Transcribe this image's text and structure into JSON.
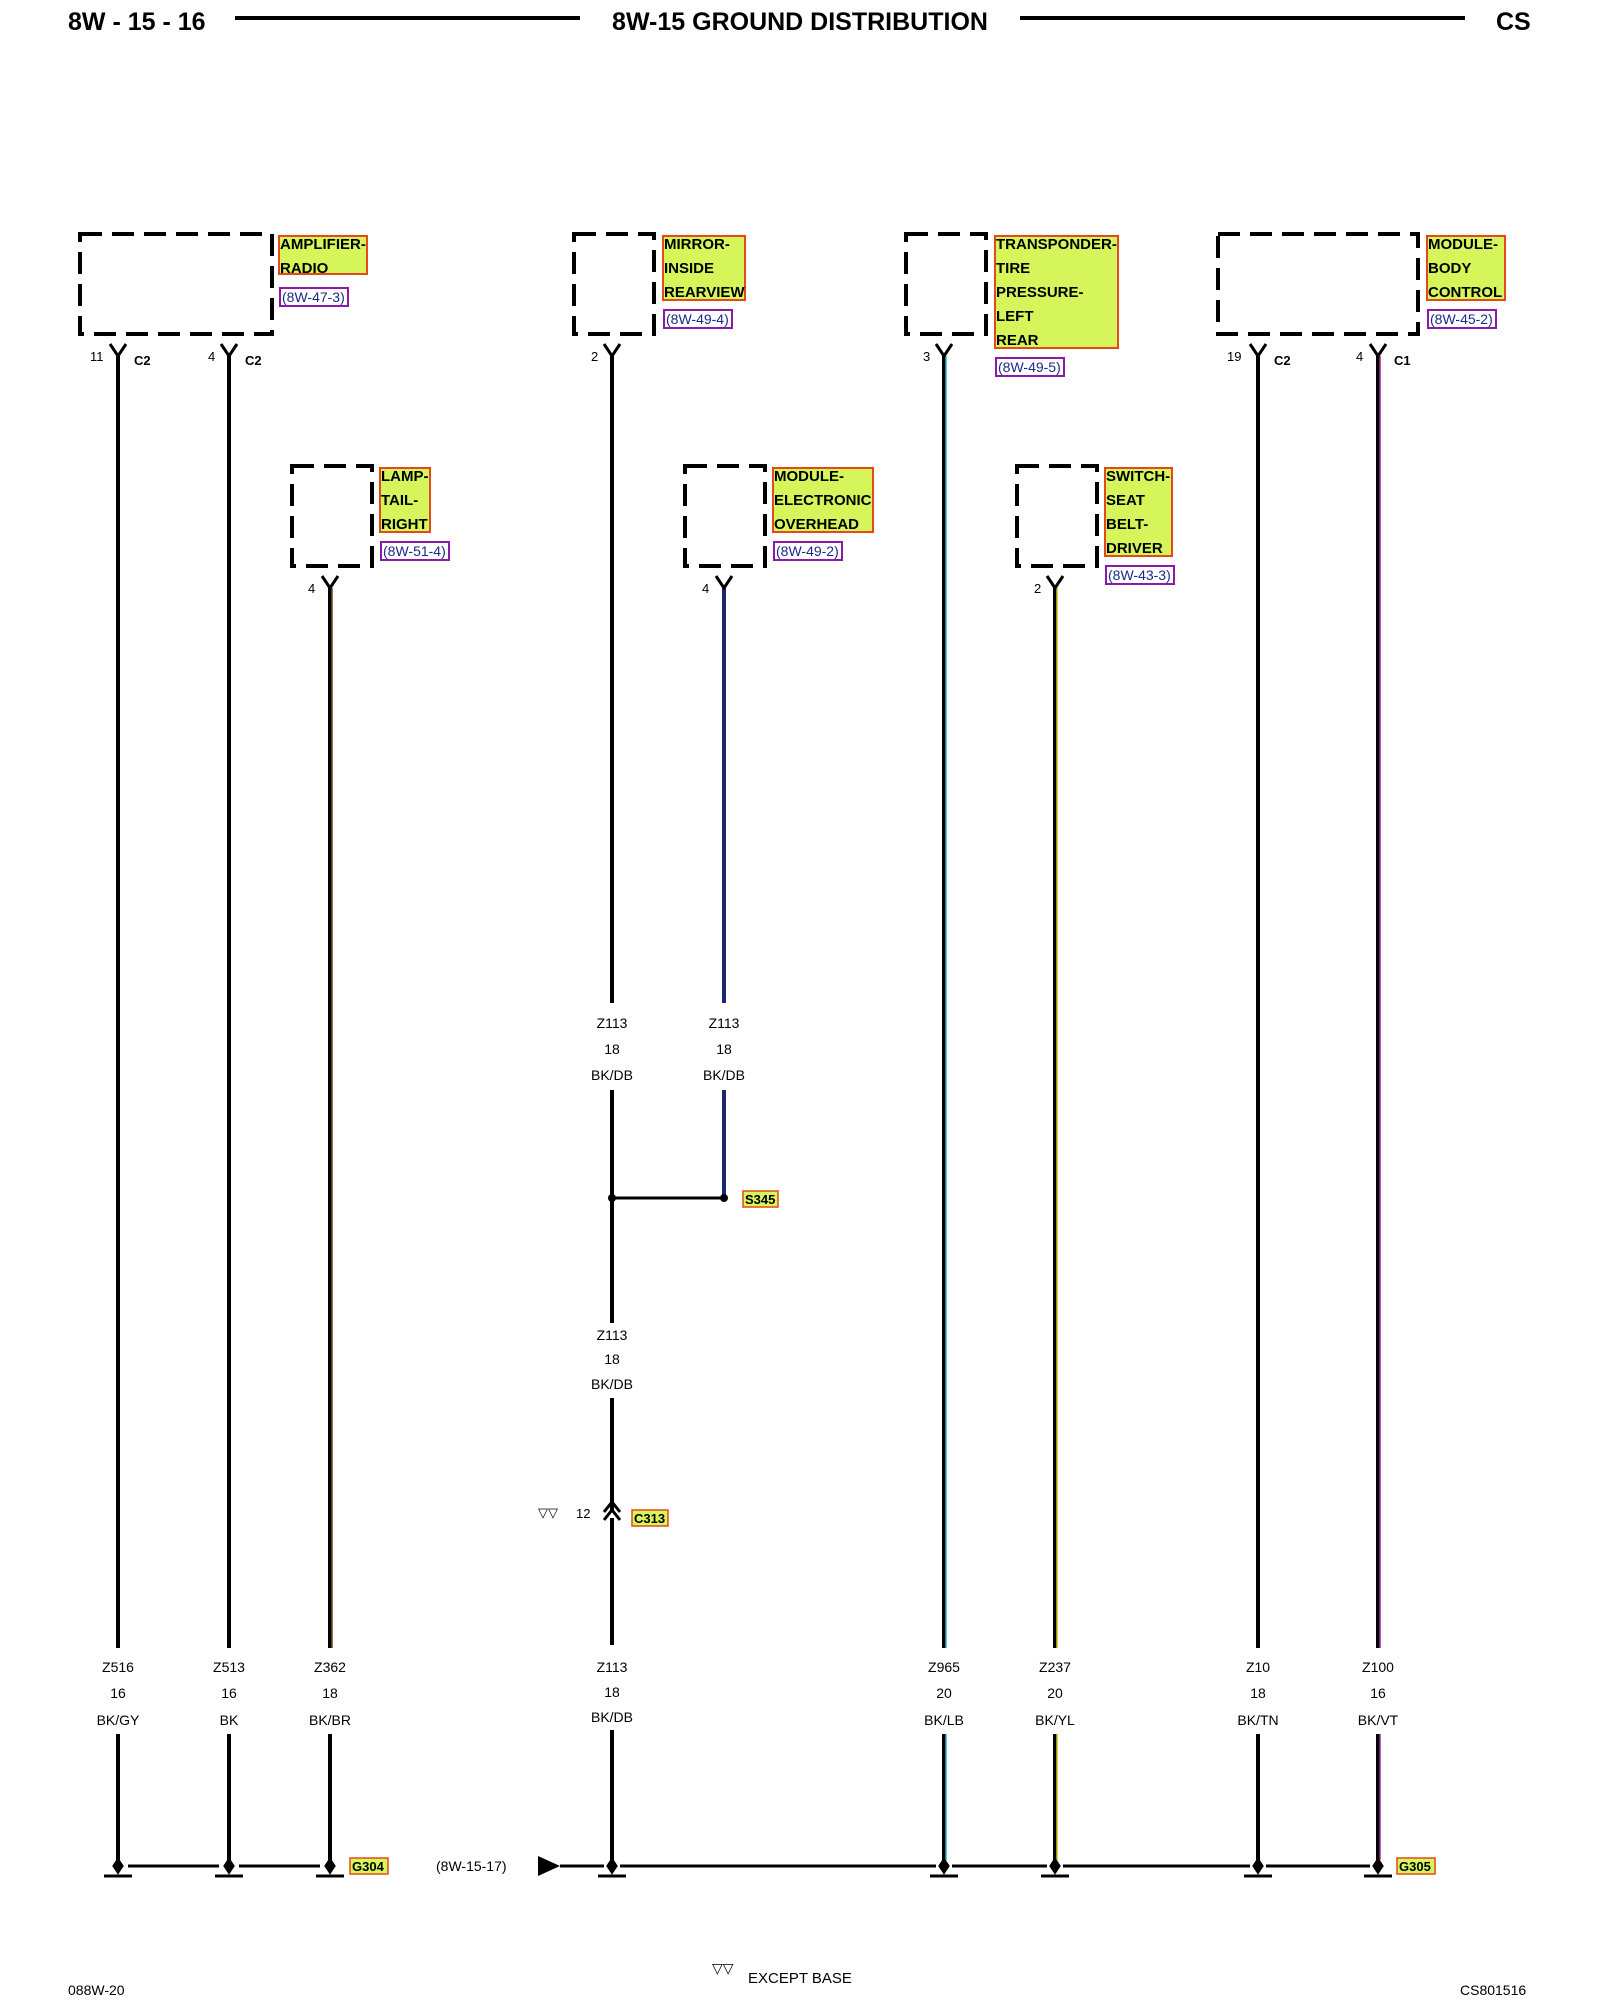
{
  "header": {
    "left": "8W - 15 - 16",
    "center": "8W-15 GROUND DISTRIBUTION",
    "right": "CS"
  },
  "footer": {
    "left": "088W-20",
    "center": "EXCEPT BASE",
    "center_symbol": "▽▽",
    "right": "CS801516"
  },
  "components": [
    {
      "lines": [
        "AMPLIFIER-",
        "RADIO"
      ],
      "ref": "(8W-47-3)"
    },
    {
      "lines": [
        "MIRROR-",
        "INSIDE",
        "REARVIEW"
      ],
      "ref": "(8W-49-4)"
    },
    {
      "lines": [
        "TRANSPONDER-",
        "TIRE",
        "PRESSURE-",
        "LEFT",
        "REAR"
      ],
      "ref": "(8W-49-5)"
    },
    {
      "lines": [
        "MODULE-",
        "BODY",
        "CONTROL"
      ],
      "ref": "(8W-45-2)"
    },
    {
      "lines": [
        "LAMP-",
        "TAIL-",
        "RIGHT"
      ],
      "ref": "(8W-51-4)"
    },
    {
      "lines": [
        "MODULE-",
        "ELECTRONIC",
        "OVERHEAD"
      ],
      "ref": "(8W-49-2)"
    },
    {
      "lines": [
        "SWITCH-",
        "SEAT",
        "BELT-",
        "DRIVER"
      ],
      "ref": "(8W-43-3)"
    }
  ],
  "pins": [
    {
      "pin": "11",
      "conn": "C2"
    },
    {
      "pin": "4",
      "conn": "C2"
    },
    {
      "pin": "2",
      "conn": ""
    },
    {
      "pin": "3",
      "conn": ""
    },
    {
      "pin": "19",
      "conn": "C2"
    },
    {
      "pin": "4",
      "conn": "C1"
    },
    {
      "pin": "4",
      "conn": ""
    },
    {
      "pin": "4",
      "conn": ""
    },
    {
      "pin": "2",
      "conn": ""
    }
  ],
  "wires": [
    {
      "circuit": "Z516",
      "gauge": "16",
      "color": "BK/GY"
    },
    {
      "circuit": "Z513",
      "gauge": "16",
      "color": "BK"
    },
    {
      "circuit": "Z362",
      "gauge": "18",
      "color": "BK/BR"
    },
    {
      "circuit": "Z113",
      "gauge": "18",
      "color": "BK/DB"
    },
    {
      "circuit": "Z113",
      "gauge": "18",
      "color": "BK/DB"
    },
    {
      "circuit": "Z113",
      "gauge": "18",
      "color": "BK/DB"
    },
    {
      "circuit": "Z113",
      "gauge": "18",
      "color": "BK/DB"
    },
    {
      "circuit": "Z965",
      "gauge": "20",
      "color": "BK/LB"
    },
    {
      "circuit": "Z237",
      "gauge": "20",
      "color": "BK/YL"
    },
    {
      "circuit": "Z10",
      "gauge": "18",
      "color": "BK/TN"
    },
    {
      "circuit": "Z100",
      "gauge": "16",
      "color": "BK/VT"
    }
  ],
  "splice": {
    "label": "S345"
  },
  "connector": {
    "label": "C313",
    "pin": "12",
    "symbol": "▽▽"
  },
  "grounds": [
    {
      "label": "G304"
    },
    {
      "label": "G305"
    }
  ],
  "crossref": {
    "label": "(8W-15-17)"
  },
  "colors": {
    "label_fill": "#d6f55a",
    "label_border": "#e24a1a",
    "ref_border": "#8a1aa8",
    "ref_text": "#1a2a8a",
    "wire_black": "#000000",
    "wire_darkblue": "#1a2a6b",
    "wire_lightblue": "#2ab0c8",
    "wire_yellow": "#c8c020",
    "wire_violet": "#a02a9a",
    "wire_brown": "#6a4a10",
    "wire_gray": "#555555"
  }
}
